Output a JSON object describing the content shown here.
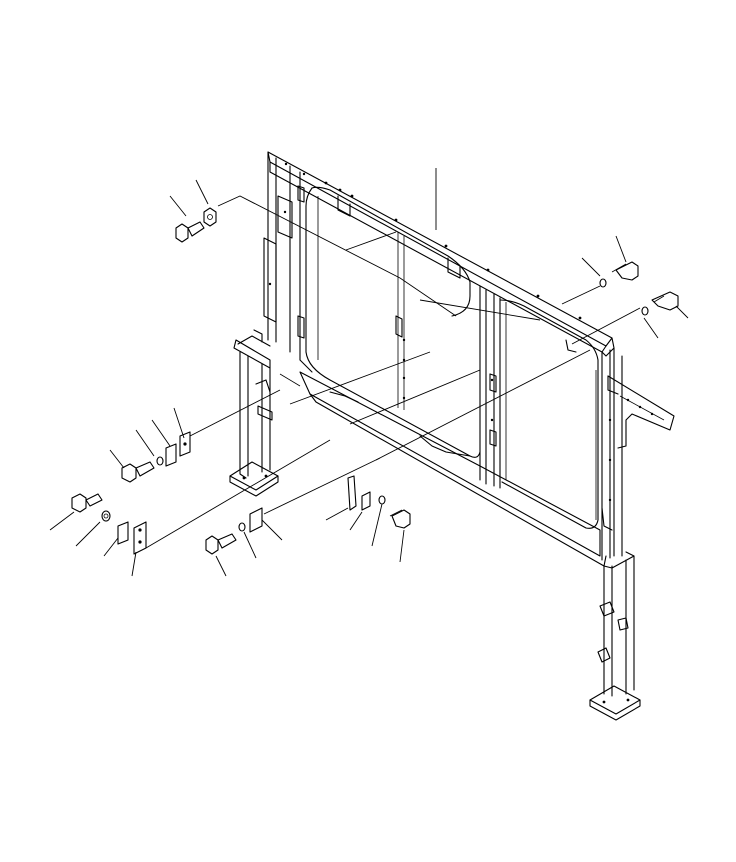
{
  "diagram": {
    "background": "#ffffff",
    "line_color": "#000000",
    "components": [
      "frame-assembly",
      "bolt",
      "washer",
      "bracket",
      "clip"
    ]
  }
}
